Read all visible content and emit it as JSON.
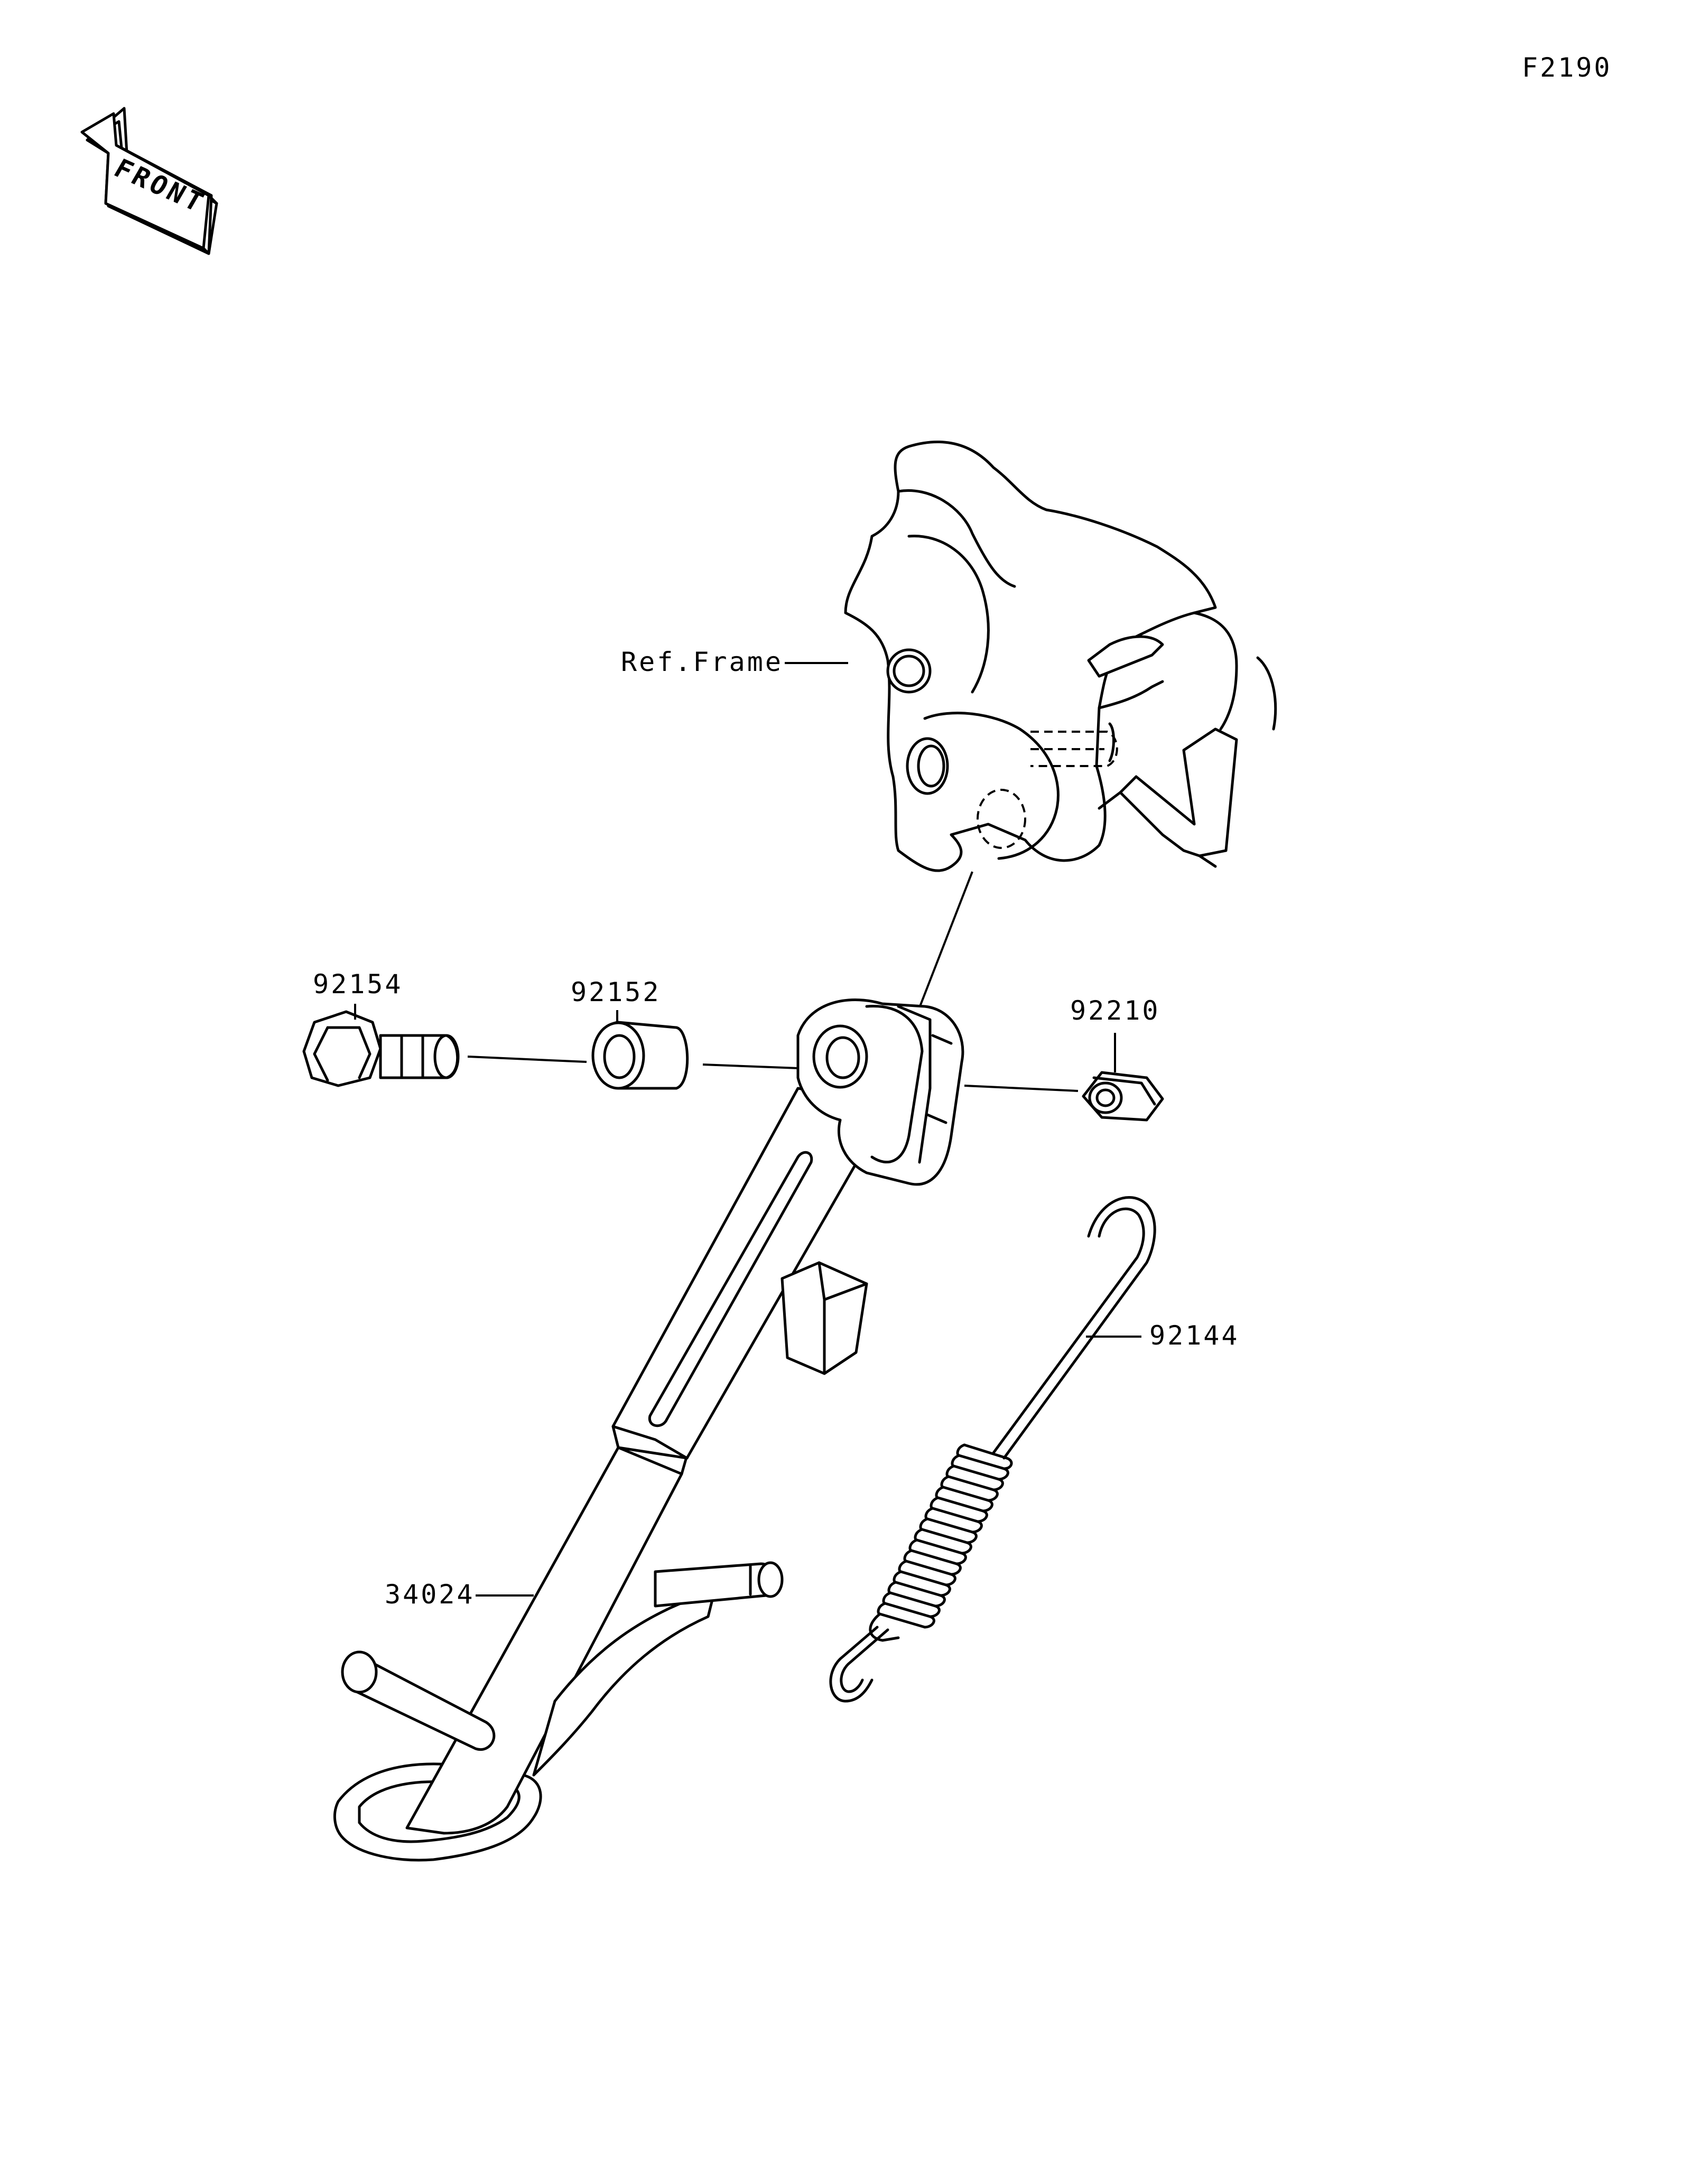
{
  "diagram_code": "F2190",
  "direction_label": "FRONT",
  "parts": [
    {
      "id": "frame",
      "label": "Ref.Frame"
    },
    {
      "id": "bolt",
      "label": "92154"
    },
    {
      "id": "collar",
      "label": "92152"
    },
    {
      "id": "nut",
      "label": "92210"
    },
    {
      "id": "spring",
      "label": "92144"
    },
    {
      "id": "stand",
      "label": "34024"
    }
  ]
}
